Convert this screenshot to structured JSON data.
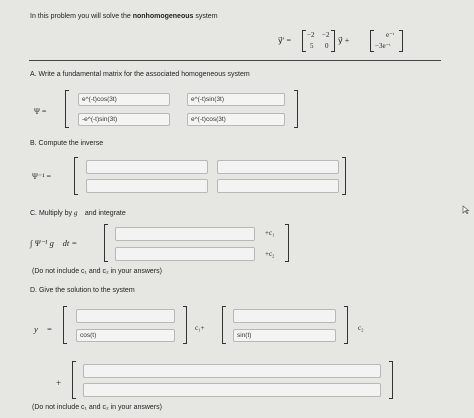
{
  "intro": {
    "prefix": "In this problem you will solve the",
    "bold": "nonhomogeneous",
    "suffix": "system"
  },
  "system": {
    "lhs": "y⃗′ =",
    "matrix": [
      "−2",
      "−2",
      "5",
      "0"
    ],
    "mid": "y⃗ +",
    "forcing": [
      "e⁻ᵗ",
      "−3e⁻ᵗ"
    ]
  },
  "partA": {
    "heading": "A. Write a fundamental matrix for the associated homogeneous system",
    "symbol": "Ψ =",
    "cells": [
      "e^(-t)cos(3t)",
      "e^(-t)sin(3t)",
      "-e^(-t)sin(3t)",
      "e^(-t)cos(3t)"
    ]
  },
  "partB": {
    "heading": "B. Compute the inverse",
    "symbol": "Ψ⁻¹ ="
  },
  "partC": {
    "heading_prefix": "C. Multiply by",
    "heading_vec": "g⃗",
    "heading_suffix": "and integrate",
    "integral": "∫ Ψ⁻¹ g⃗ dt =",
    "c1": "+c₁",
    "c2": "+c₂",
    "note": "(Do not include c₁ and c₂ in your answers)"
  },
  "partD": {
    "heading": "D. Give the solution to the system",
    "symbol": "y⃗ =",
    "cell_left": "cos(t)",
    "c1_label": "c₁+",
    "cell_right": "sin(t)",
    "c2_label": "c₂",
    "plus": "+",
    "note": "(Do not include c₁ and c₂ in your answers)"
  },
  "colors": {
    "background": "#e6e6e2",
    "field": "#f4f4f2",
    "border": "#b8b8b8"
  }
}
